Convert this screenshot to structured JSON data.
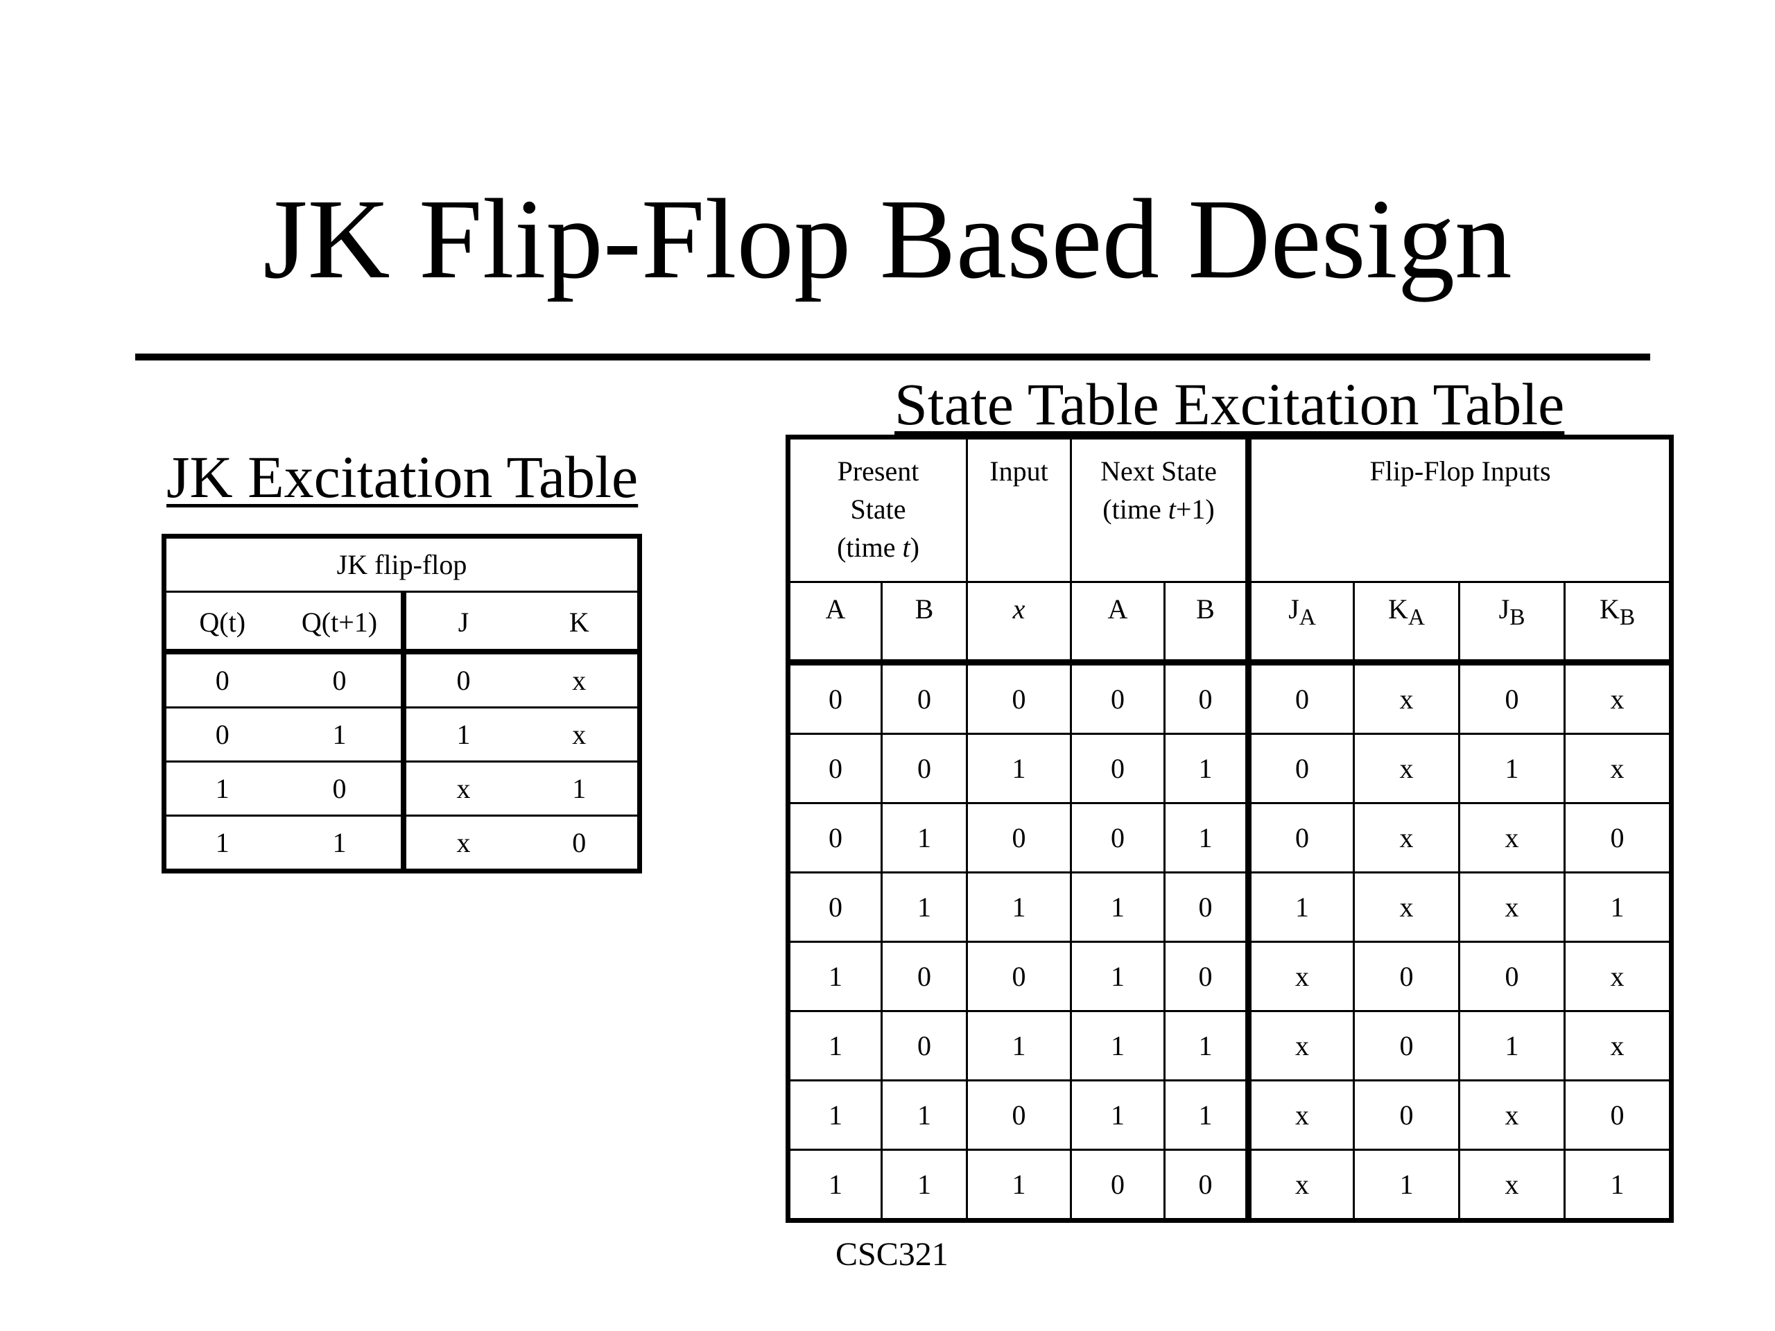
{
  "slide": {
    "title": "JK Flip-Flop Based Design",
    "footer": "CSC321"
  },
  "jk_table": {
    "heading": "JK Excitation Table",
    "caption": "JK flip-flop",
    "columns": [
      "Q(t)",
      "Q(t+1)",
      "J",
      "K"
    ],
    "rows": [
      [
        "0",
        "0",
        "0",
        "x"
      ],
      [
        "0",
        "1",
        "1",
        "x"
      ],
      [
        "1",
        "0",
        "x",
        "1"
      ],
      [
        "1",
        "1",
        "x",
        "0"
      ]
    ]
  },
  "state_table": {
    "heading": "State Table Excitation Table",
    "groups": {
      "present_line1": "Present",
      "present_line2": "State",
      "present_line3_prefix": "(time ",
      "present_line3_var": "t",
      "present_line3_suffix": ")",
      "input": "Input",
      "next_line1": "Next State",
      "next_line2_prefix": "(time ",
      "next_line2_var": "t",
      "next_line2_suffix": "+1)",
      "ff_inputs": "Flip-Flop Inputs"
    },
    "columns": {
      "a": "A",
      "b": "B",
      "x": "x",
      "na": "A",
      "nb": "B",
      "ja": "J",
      "ja_sub": "A",
      "ka": "K",
      "ka_sub": "A",
      "jb": "J",
      "jb_sub": "B",
      "kb": "K",
      "kb_sub": "B"
    },
    "rows": [
      [
        "0",
        "0",
        "0",
        "0",
        "0",
        "0",
        "x",
        "0",
        "x"
      ],
      [
        "0",
        "0",
        "1",
        "0",
        "1",
        "0",
        "x",
        "1",
        "x"
      ],
      [
        "0",
        "1",
        "0",
        "0",
        "1",
        "0",
        "x",
        "x",
        "0"
      ],
      [
        "0",
        "1",
        "1",
        "1",
        "0",
        "1",
        "x",
        "x",
        "1"
      ],
      [
        "1",
        "0",
        "0",
        "1",
        "0",
        "x",
        "0",
        "0",
        "x"
      ],
      [
        "1",
        "0",
        "1",
        "1",
        "1",
        "x",
        "0",
        "1",
        "x"
      ],
      [
        "1",
        "1",
        "0",
        "1",
        "1",
        "x",
        "0",
        "x",
        "0"
      ],
      [
        "1",
        "1",
        "1",
        "0",
        "0",
        "x",
        "1",
        "x",
        "1"
      ]
    ]
  }
}
